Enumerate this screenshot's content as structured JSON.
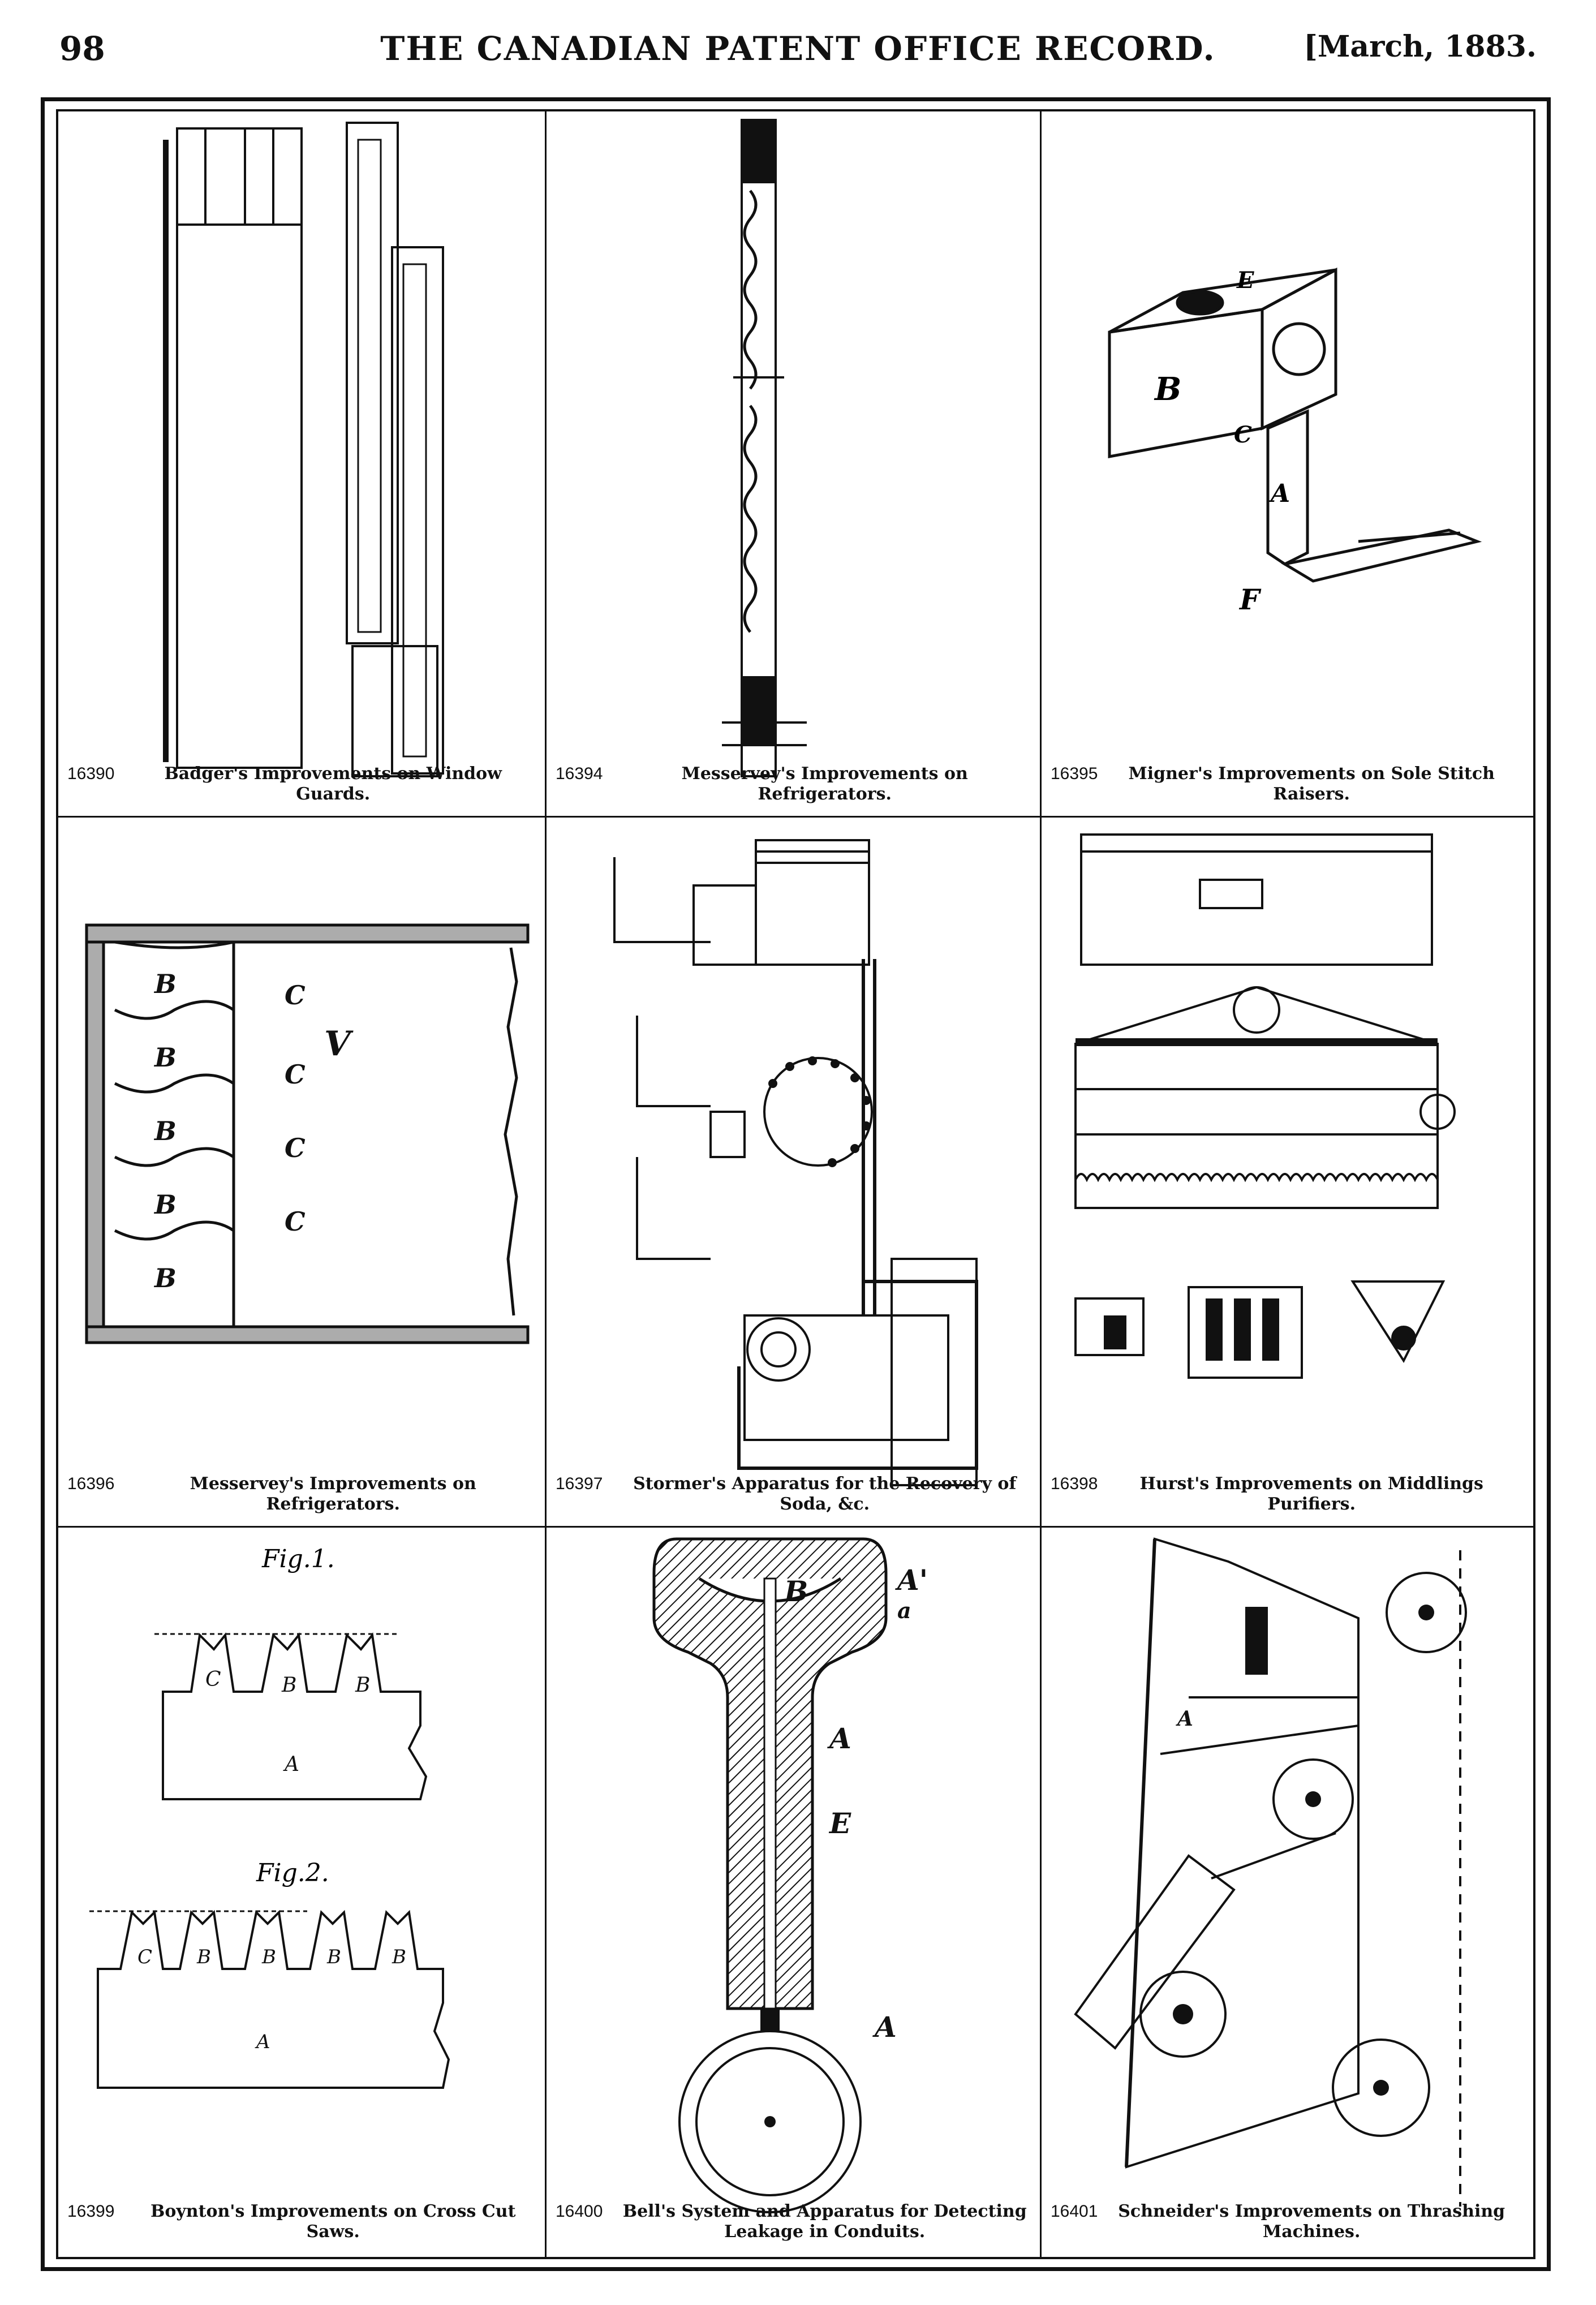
{
  "header": {
    "page_number": "98",
    "journal_title": "THE CANADIAN PATENT OFFICE RECORD.",
    "issue_date": "[March, 1883."
  },
  "patents": [
    {
      "number": "16390",
      "title": "Badger's Improvements on Window Guards."
    },
    {
      "number": "16394",
      "title": "Messervey's Improvements on Refrigerators."
    },
    {
      "number": "16395",
      "title": "Migner's Improvements on Sole Stitch Raisers."
    },
    {
      "number": "16396",
      "title": "Messervey's Improvements on Refrigerators."
    },
    {
      "number": "16397",
      "title": "Stormer's Apparatus for the Recovery of Soda, &c."
    },
    {
      "number": "16398",
      "title": "Hurst's Improvements on Middlings Purifiers."
    },
    {
      "number": "16399",
      "title": "Boynton's Improvements on Cross Cut Saws."
    },
    {
      "number": "16400",
      "title": "Bell's System and Apparatus for Detecting Leakage in Conduits."
    },
    {
      "number": "16401",
      "title": "Schneider's Improvements on Thrashing Machines."
    }
  ],
  "figure_labels": {
    "saw_fig1": "Fig.1.",
    "saw_fig2": "Fig.2.",
    "refrig_V": "V",
    "label_B": "B",
    "label_C": "C",
    "label_A": "A",
    "label_E": "E",
    "label_F": "F",
    "label_A_prime": "A'",
    "label_a": "a"
  }
}
